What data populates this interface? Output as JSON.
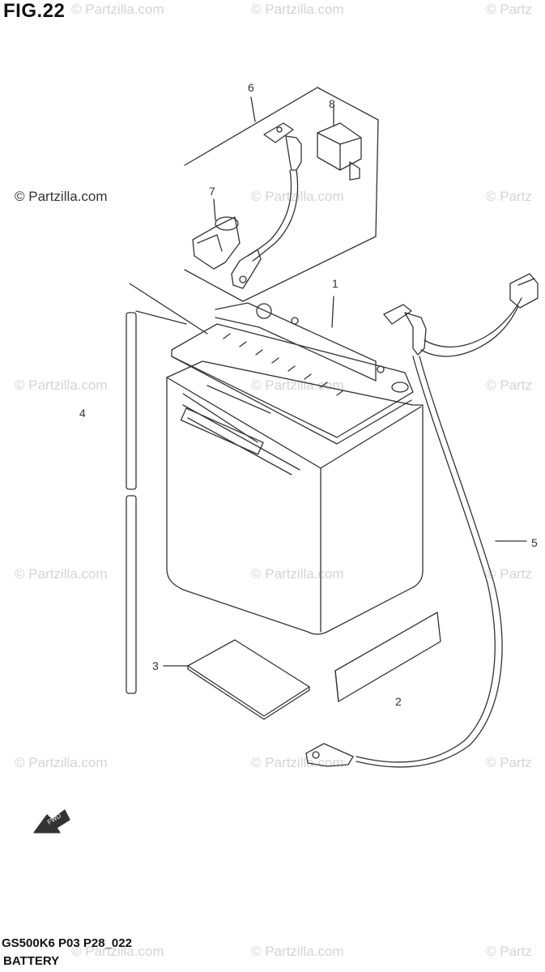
{
  "figure": {
    "title": "FIG.22"
  },
  "watermark": {
    "text": "© Partzilla.com",
    "text_short": "© Partz",
    "text_clipped": "© Partzilla.com"
  },
  "callouts": {
    "battery": "1",
    "sheet_right": "2",
    "sheet_left": "3",
    "breather_tube": "4",
    "negative_lead": "5",
    "positive_lead_group": "6",
    "terminal_cover": "7",
    "terminal_cap": "8"
  },
  "forward_arrow": {
    "label": "FWD"
  },
  "footer": {
    "model_code": "GS500K6 P03 P28_022",
    "section_title": "BATTERY"
  }
}
